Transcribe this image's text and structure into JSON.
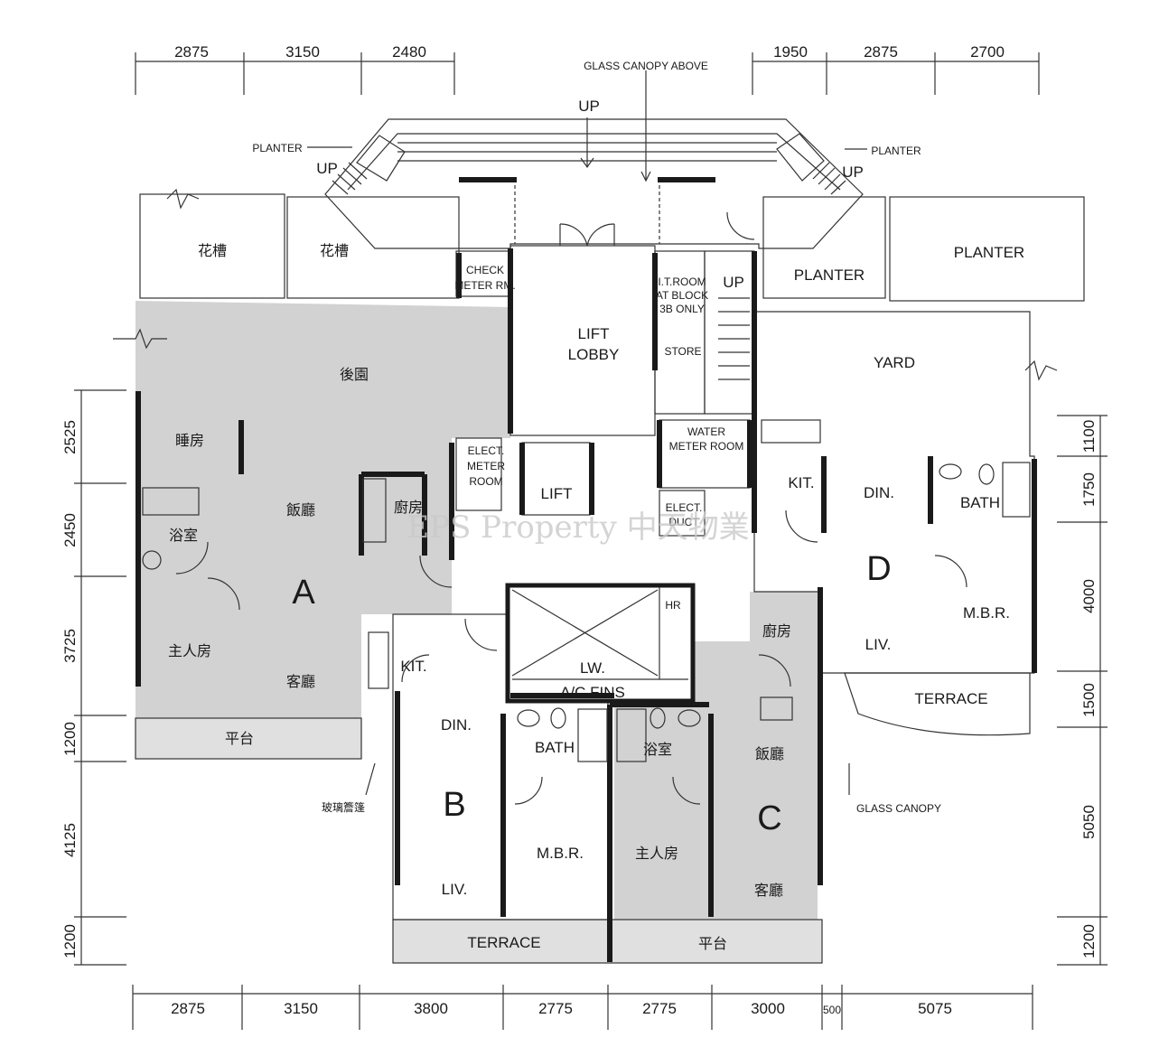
{
  "dimensions": {
    "top_left": [
      "2875",
      "3150",
      "2480"
    ],
    "top_right": [
      "1950",
      "2875",
      "2700"
    ],
    "bottom": [
      "2875",
      "3150",
      "3800",
      "2775",
      "2775",
      "3000",
      "500",
      "5075"
    ],
    "left": [
      "2525",
      "2450",
      "3725",
      "1200",
      "4125",
      "1200"
    ],
    "right": [
      "1100",
      "1750",
      "4000",
      "1500",
      "5050",
      "1200"
    ]
  },
  "annotations": {
    "glass_canopy_above": "GLASS CANOPY ABOVE",
    "planter_left": "PLANTER",
    "planter_right": "PLANTER",
    "up_top": "UP",
    "up_left": "UP",
    "up_right": "UP",
    "up_stair": "UP",
    "glass_canopy": "GLASS CANOPY",
    "glass_canopy_cn": "玻璃簷篷"
  },
  "rooms": {
    "planter_cn_1": "花槽",
    "planter_cn_2": "花槽",
    "check_meter_1": "CHECK",
    "check_meter_2": "METER RM.",
    "lift_lobby_1": "LIFT",
    "lift_lobby_2": "LOBBY",
    "it_room_1": "I.T.ROOM",
    "it_room_2": "AT BLOCK",
    "it_room_3": "3B ONLY",
    "store": "STORE",
    "planter_mid": "PLANTER",
    "planter_far": "PLANTER",
    "yard_cn": "後園",
    "yard": "YARD",
    "elect_meter_1": "ELECT.",
    "elect_meter_2": "METER",
    "elect_meter_3": "ROOM",
    "lift": "LIFT",
    "water_meter_1": "WATER",
    "water_meter_2": "METER ROOM",
    "elect_duct_1": "ELECT.",
    "elect_duct_2": "DUCT",
    "hr": "HR",
    "lw": "LW.",
    "ac_fins": "A/C FINS",
    "a_bedroom": "睡房",
    "a_dining": "飯廳",
    "a_kitchen": "廚房",
    "a_bath": "浴室",
    "a_master": "主人房",
    "a_living": "客廳",
    "a_terrace": "平台",
    "b_kit": "KIT.",
    "b_din": "DIN.",
    "b_bath": "BATH",
    "b_liv": "LIV.",
    "b_mbr": "M.B.R.",
    "b_terrace": "TERRACE",
    "c_bath": "浴室",
    "c_kitchen": "廚房",
    "c_dining": "飯廳",
    "c_master": "主人房",
    "c_living": "客廳",
    "c_terrace": "平台",
    "d_kit": "KIT.",
    "d_din": "DIN.",
    "d_bath": "BATH",
    "d_mbr": "M.B.R.",
    "d_liv": "LIV.",
    "d_terrace": "TERRACE"
  },
  "units": {
    "a": "A",
    "b": "B",
    "c": "C",
    "d": "D"
  },
  "watermark": "EPS Property 中天物業"
}
